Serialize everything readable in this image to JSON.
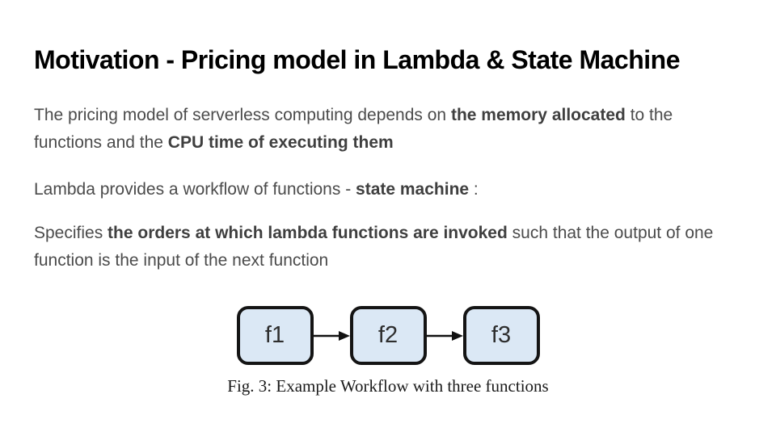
{
  "slide": {
    "title": "Motivation - Pricing model in Lambda & State Machine",
    "paragraphs": {
      "p1": {
        "r1": "The pricing model of serverless computing depends on ",
        "r2": "the memory allocated",
        "r3": " to the functions and the ",
        "r4": "CPU time of executing them"
      },
      "p2": {
        "r1": "Lambda provides a workflow of functions - ",
        "r2": "state machine",
        "r3": " :"
      },
      "p3": {
        "r1": "Specifies ",
        "r2": "the orders at which lambda functions are invoked",
        "r3": " such that the output of one function is the input of the next function"
      }
    },
    "figure": {
      "nodes": [
        "f1",
        "f2",
        "f3"
      ],
      "caption": "Fig. 3: Example Workflow with three functions",
      "node_fill": "#dbe8f5",
      "node_border": "#141414",
      "arrow_color": "#111111"
    }
  }
}
